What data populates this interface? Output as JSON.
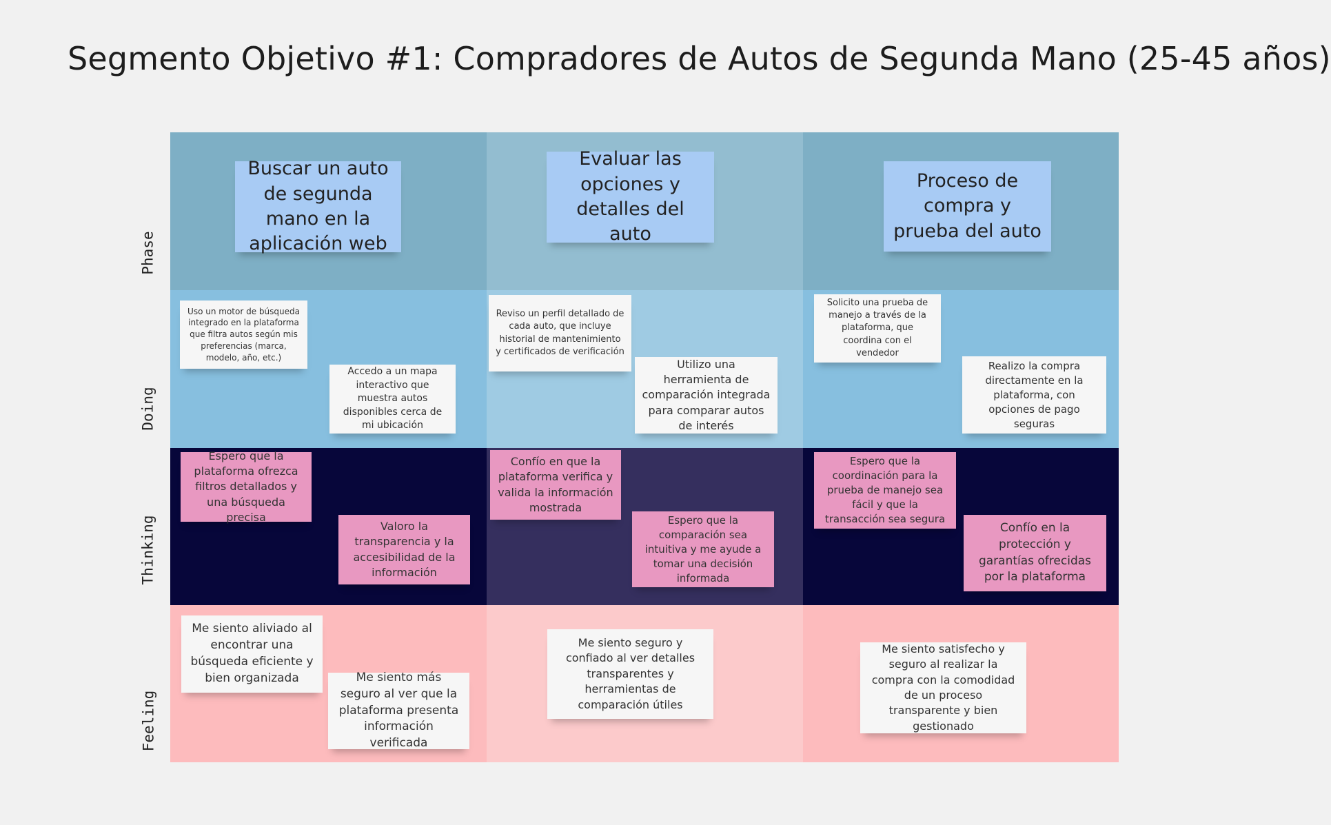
{
  "title": "Segmento Objetivo #1: Compradores de Autos de Segunda Mano (25-45 años)",
  "rows": [
    {
      "label": "Phase"
    },
    {
      "label": "Doing"
    },
    {
      "label": "Thinking"
    },
    {
      "label": "Feeling"
    }
  ],
  "colors": {
    "phase": [
      "#7eafc5",
      "#93bdd0",
      "#7eafc5"
    ],
    "doing": [
      "#87bfdf",
      "#9fcbe3",
      "#87bfdf"
    ],
    "thinking": [
      "#07063a",
      "#352f5e",
      "#07063a"
    ],
    "feeling": [
      "#fdbbbd",
      "#fccacb",
      "#fdbbbd"
    ],
    "phase_note": "#a8cbf4",
    "white_note": "#f6f6f6",
    "pink_note": "#e898c1"
  },
  "phases": [
    "Buscar un auto de segunda mano en la aplicación web",
    "Evaluar las opciones y detalles del auto",
    "Proceso de compra y prueba del auto"
  ],
  "doing": [
    "Uso un motor de búsqueda integrado en la plataforma que filtra autos según mis preferencias (marca, modelo, año, etc.)",
    "Accedo a un mapa interactivo que muestra autos disponibles cerca de mi ubicación",
    "Reviso un perfil detallado de cada auto, que incluye historial de mantenimiento y certificados de verificación",
    "Utilizo una herramienta de comparación integrada para comparar autos de interés",
    "Solicito una prueba de manejo a través de la plataforma, que coordina con el vendedor",
    "Realizo la compra directamente en la plataforma, con opciones de pago seguras"
  ],
  "thinking": [
    "Espero que la plataforma ofrezca filtros detallados y una búsqueda precisa",
    "Valoro la transparencia y la accesibilidad de la información",
    "Confío en que la plataforma verifica y valida la información mostrada",
    "Espero que la comparación sea intuitiva y me ayude a tomar una decisión informada",
    "Espero que la coordinación para la prueba de manejo sea fácil y que la transacción sea segura",
    "Confío en la protección y garantías ofrecidas por la plataforma"
  ],
  "feeling": [
    "Me siento aliviado al encontrar una búsqueda eficiente y bien organizada",
    "Me siento más seguro al ver que la plataforma presenta información verificada",
    "Me siento seguro y confiado al ver detalles transparentes y herramientas de comparación útiles",
    "Me siento satisfecho y seguro al realizar la compra con la comodidad de un proceso transparente y bien gestionado"
  ]
}
